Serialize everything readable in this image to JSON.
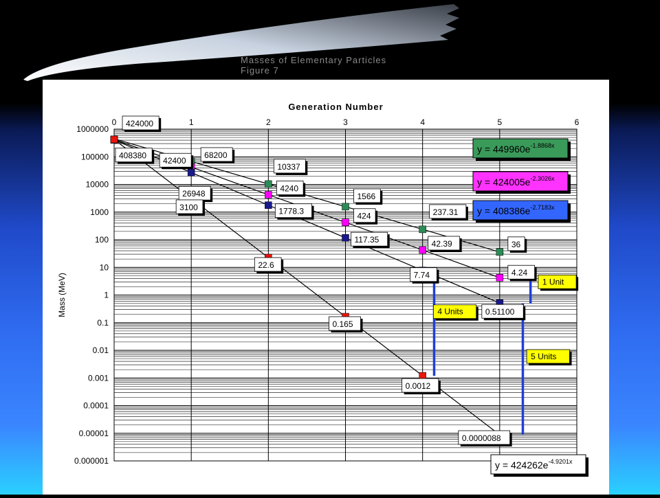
{
  "slide": {
    "title_line1": "Masses of Elementary Particles",
    "title_line2": "Figure 7"
  },
  "chart_data": {
    "type": "scatter",
    "title": "",
    "xlabel": "Generation Number",
    "ylabel": "Mass (MeV)",
    "x_axis_position": "top",
    "xlim": [
      0,
      6
    ],
    "xticks": [
      0,
      1,
      2,
      3,
      4,
      5,
      6
    ],
    "ylim": [
      1e-06,
      1000000
    ],
    "yscale": "log",
    "yticks": [
      {
        "value": 1000000,
        "label": "1000000"
      },
      {
        "value": 100000,
        "label": "100000"
      },
      {
        "value": 10000,
        "label": "10000"
      },
      {
        "value": 1000,
        "label": "1000"
      },
      {
        "value": 100,
        "label": "100"
      },
      {
        "value": 10,
        "label": "10"
      },
      {
        "value": 1,
        "label": "1"
      },
      {
        "value": 0.1,
        "label": "0.1"
      },
      {
        "value": 0.01,
        "label": "0.01"
      },
      {
        "value": 0.001,
        "label": "0.001"
      },
      {
        "value": 0.0001,
        "label": "0.0001"
      },
      {
        "value": 1e-05,
        "label": "0.00001"
      },
      {
        "value": 1e-06,
        "label": "0.000001"
      }
    ],
    "grid": true,
    "series": [
      {
        "color": "#2e8b57",
        "points": [
          {
            "x": 0,
            "y": 424000,
            "label": "424000"
          },
          {
            "x": 1,
            "y": 68200,
            "label": "68200"
          },
          {
            "x": 2,
            "y": 10337,
            "label": "10337"
          },
          {
            "x": 3,
            "y": 1566,
            "label": "1566"
          },
          {
            "x": 4,
            "y": 237.31,
            "label": "237.31"
          },
          {
            "x": 5,
            "y": 36,
            "label": "36"
          }
        ],
        "fit": {
          "label": "y = 449960e",
          "exponent": "-1.8868x",
          "a": 449960,
          "b": -1.8868,
          "box_color": "#3a9a5a"
        }
      },
      {
        "color": "#ff00ff",
        "points": [
          {
            "x": 0,
            "y": 424000
          },
          {
            "x": 1,
            "y": 42400,
            "label": "42400"
          },
          {
            "x": 2,
            "y": 4240,
            "label": "4240"
          },
          {
            "x": 3,
            "y": 424,
            "label": "424"
          },
          {
            "x": 4,
            "y": 42.39,
            "label": "42.39"
          },
          {
            "x": 5,
            "y": 4.24,
            "label": "4.24"
          }
        ],
        "fit": {
          "label": "y = 424005e",
          "exponent": "-2.3026x",
          "a": 424005,
          "b": -2.3026,
          "box_color": "#ff33ff"
        }
      },
      {
        "color": "#1a1a8c",
        "points": [
          {
            "x": 0,
            "y": 408380,
            "label": "408380"
          },
          {
            "x": 1,
            "y": 26948,
            "label": "26948"
          },
          {
            "x": 2,
            "y": 1778.3,
            "label": "1778.3"
          },
          {
            "x": 3,
            "y": 117.35,
            "label": "117.35"
          },
          {
            "x": 4,
            "y": 7.74,
            "label": "7.74"
          },
          {
            "x": 5,
            "y": 0.511,
            "label": "0.51100"
          }
        ],
        "fit": {
          "label": "y = 408386e",
          "exponent": "-2.7183x",
          "a": 408386,
          "b": -2.7183,
          "box_color": "#3366ff"
        }
      },
      {
        "color": "#e8160c",
        "points": [
          {
            "x": 0,
            "y": 424000
          },
          {
            "x": 1,
            "y": 3100,
            "label": "3100"
          },
          {
            "x": 2,
            "y": 22.6,
            "label": "22.6"
          },
          {
            "x": 3,
            "y": 0.165,
            "label": "0.165"
          },
          {
            "x": 4,
            "y": 0.0012,
            "label": "0.0012"
          },
          {
            "x": 5,
            "y": 8.8e-06,
            "label": "0.0000088"
          }
        ],
        "fit": {
          "label": "y = 424262e",
          "exponent": "-4.9201x",
          "a": 424262,
          "b": -4.9201,
          "box_color": "#ffffff"
        }
      }
    ],
    "annotations": [
      {
        "text": "1 Unit",
        "x": 5.4,
        "y_from": 4.24,
        "y_to": 0.5
      },
      {
        "text": "4 Units",
        "x": 4.15,
        "y_from": 7.74,
        "y_to": 0.0012
      },
      {
        "text": "5 Units",
        "x": 5.3,
        "y_from": 0.5,
        "y_to": 8.8e-06
      }
    ]
  }
}
